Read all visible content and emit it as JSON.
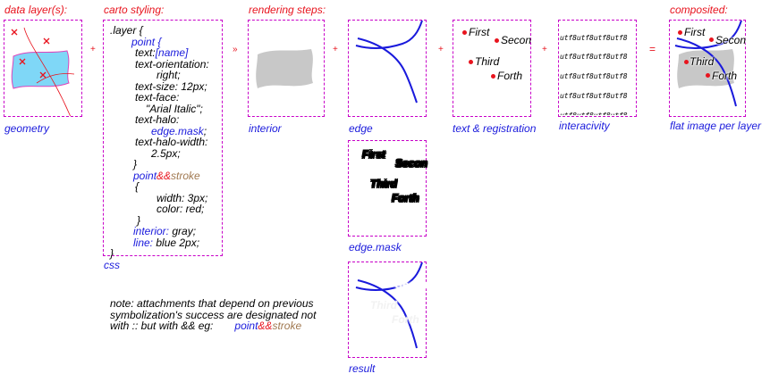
{
  "headers": {
    "data_layers": "data layer(s):",
    "carto_styling": "carto styling:",
    "rendering_steps": "rendering steps:",
    "composited": "composited:"
  },
  "operators": {
    "plus": "+",
    "arrow": "»",
    "equals": "="
  },
  "captions": {
    "geometry": "geometry",
    "css": "css",
    "interior": "interior",
    "edge": "edge",
    "edge_mask": "edge.mask",
    "result": "result",
    "text_registration": "text & registration",
    "interactivity": "interacivity",
    "flat_image": "flat image per layer"
  },
  "css_code": {
    "l1": ".layer {",
    "l2": "point {",
    "l3a": "text:",
    "l3b": "[name]",
    "l4": "text-orientation:",
    "l5": "right;",
    "l6": "text-size: 12px;",
    "l7": "text-face:",
    "l8": "\"Arial Italic\";",
    "l9": "text-halo:",
    "l10": "edge.mask",
    "l10b": ";",
    "l11": "text-halo-width:",
    "l12": "2.5px;",
    "l13": "}",
    "l14a": "point",
    "l14b": "&&",
    "l14c": "stroke",
    "l15": "{",
    "l16": "width: 3px;",
    "l17": "color: red;",
    "l18": "}",
    "l19a": "interior:",
    "l19b": " gray;",
    "l20a": "line:",
    "l20b": " blue 2px;",
    "l21": "}"
  },
  "labels": [
    "First",
    "Secon",
    "Third",
    "Forth"
  ],
  "interactivity_row": "utf8utf8utf8utf8",
  "note": {
    "line1": "note: attachments that depend on previous",
    "line2": "symbolization's success are designated not",
    "line3": "with :: but with && eg:",
    "ex_a": "point",
    "ex_b": "&&",
    "ex_c": "stroke"
  },
  "colors": {
    "header_red": "#e8141e",
    "caption_blue": "#1a1adc",
    "dashed_border": "#c800c8",
    "polygon_fill": "#7fd7f7",
    "interior_gray": "#c8c8c8",
    "stroke_brown": "#a07850"
  }
}
